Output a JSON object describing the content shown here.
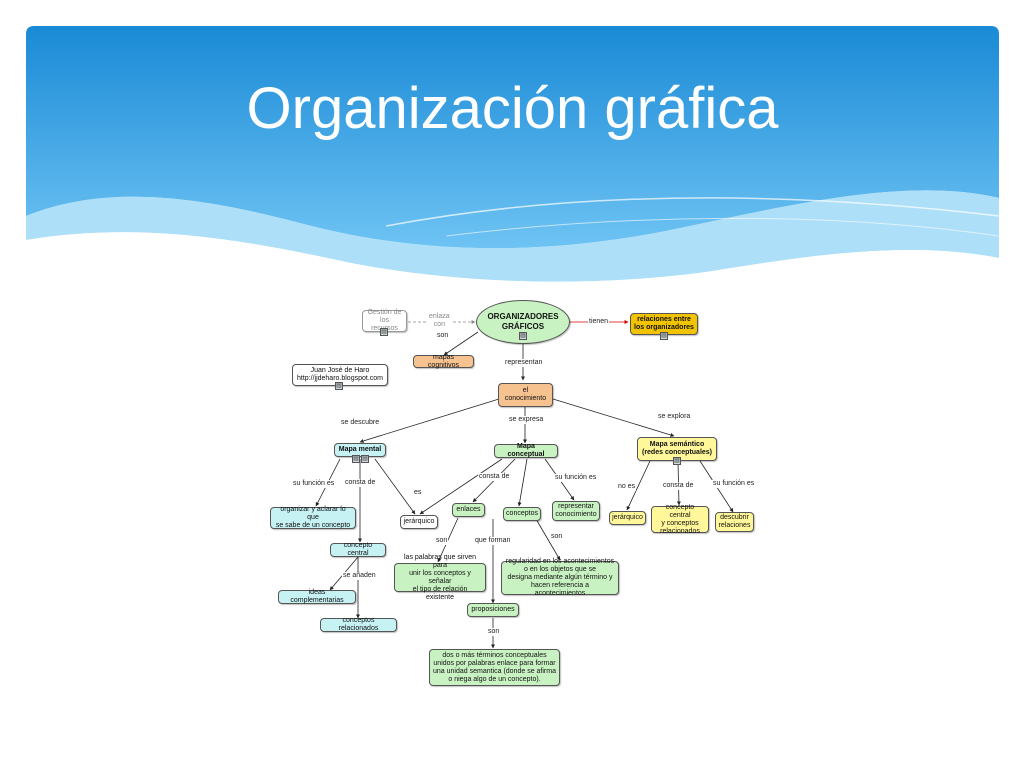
{
  "slide": {
    "title": "Organización gráfica"
  },
  "colors": {
    "header_top": "#1e8fd8",
    "header_bottom": "#5fbcf1",
    "node_green": "#c9f2c2",
    "node_orange": "#f6c28f",
    "node_cyan": "#c6f2f4",
    "node_yellow": "#fff799",
    "node_gold": "#f2c400",
    "arrow_red": "#d40000"
  },
  "map": {
    "nodes": {
      "organizadores": "ORGANIZADORES\nGRÁFICOS",
      "relaciones": "relaciones entre\nlos organizadores",
      "gestion": "Gestión de\nlos recursos",
      "mapas_cognitivos": "mapas cognitivos",
      "autor": "Juan José de Haro\nhttp://jjdeharo.blogspot.com",
      "conocimiento": "el conocimiento",
      "mapa_mental": "Mapa mental",
      "mapa_conceptual": "Mapa conceptual",
      "mapa_semantico": "Mapa semántico\n(redes conceptuales)",
      "organizar": "organizar y aclarar lo que\nse sabe de un concepto",
      "concepto_central_mm": "concepto central",
      "ideas": "ideas complementarias",
      "conceptos_rel": "conceptos relacionados",
      "jerarquico_mm": "jerárquico",
      "enlaces": "enlaces",
      "conceptos": "conceptos",
      "representar": "representar\nconocimiento",
      "palabras": "las palabras que sirven para\nunir los conceptos y señalar\nel tipo de relación existente",
      "regularidad": "regularidad  en los acontecimientos\no en los objetos que se\ndesigna mediante algún término y\nhacen referencia a acontecimientos",
      "proposiciones": "proposiciones",
      "dos_o_mas": "dos o más términos conceptuales\nunidos por palabras enlace para formar\nuna unidad semantica (donde se afirma\no niega algo de un concepto).",
      "jerarquico_ms": "jerárquico",
      "concepto_central_ms": "concepto central\ny conceptos\nrelacionados",
      "descubrir": "descubrir\nrelaciones"
    },
    "links": {
      "enlaza_con": "enlaza\ncon",
      "tienen": "tienen",
      "son_1": "son",
      "representan": "representan",
      "se_descubre": "se descubre",
      "se_expresa": "se expresa",
      "se_explora": "se explora",
      "su_funcion_mm": "su función es",
      "consta_de_mm": "consta de",
      "es": "es",
      "consta_de_mc": "consta de",
      "su_funcion_mc": "su función es",
      "no_es": "no es",
      "consta_de_ms": "consta de",
      "su_funcion_ms": "su función es",
      "se_anaden": "se añaden",
      "son_enlaces": "son",
      "que_forman": "que forman",
      "son_conceptos": "son",
      "son_proposiciones": "son"
    }
  }
}
